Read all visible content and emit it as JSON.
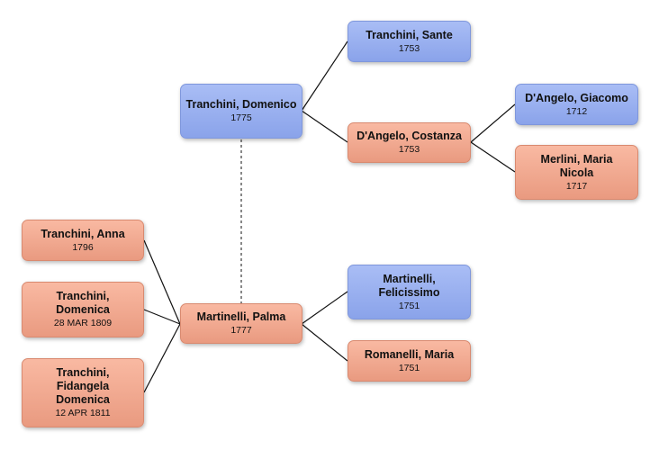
{
  "people": {
    "domenico": {
      "name": "Tranchini, Domenico",
      "date": "1775",
      "gender": "male"
    },
    "palma": {
      "name": "Martinelli, Palma",
      "date": "1777",
      "gender": "female"
    },
    "sante": {
      "name": "Tranchini, Sante",
      "date": "1753",
      "gender": "male"
    },
    "costanza": {
      "name": "D'Angelo, Costanza",
      "date": "1753",
      "gender": "female"
    },
    "giacomo": {
      "name": "D'Angelo, Giacomo",
      "date": "1712",
      "gender": "male"
    },
    "maria_nicola": {
      "name": "Merlini, Maria Nicola",
      "date": "1717",
      "gender": "female"
    },
    "felicissimo": {
      "name": "Martinelli, Felicissimo",
      "date": "1751",
      "gender": "male"
    },
    "romanelli_maria": {
      "name": "Romanelli, Maria",
      "date": "1751",
      "gender": "female"
    },
    "anna": {
      "name": "Tranchini, Anna",
      "date": "1796",
      "gender": "female"
    },
    "domenica": {
      "name": "Tranchini, Domenica",
      "date": "28 MAR 1809",
      "gender": "female"
    },
    "fidangela": {
      "name": "Tranchini, Fidangela Domenica",
      "date": "12 APR 1811",
      "gender": "female"
    }
  },
  "colors": {
    "male_fill": "#8aa3ea",
    "female_fill": "#e99a80",
    "link_line": "#111111",
    "couple_line": "#555555"
  }
}
